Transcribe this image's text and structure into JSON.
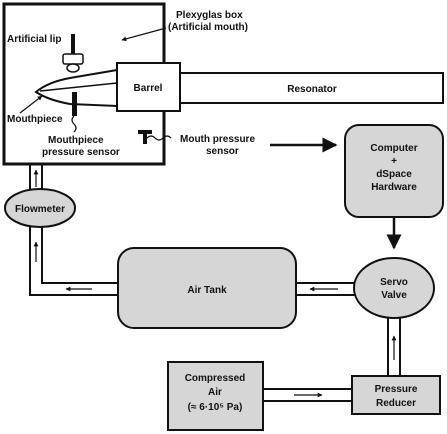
{
  "labels": {
    "plexiglas": [
      "Plexyglas box",
      "(Artificial mouth)"
    ],
    "artificial_lip": "Artificial lip",
    "mouthpiece": "Mouthpiece",
    "mouthpiece_sensor": [
      "Mouthpiece",
      "pressure sensor"
    ],
    "mouth_pressure_sensor": [
      "Mouth pressure",
      "sensor"
    ],
    "barrel": "Barrel",
    "resonator": "Resonator",
    "computer": [
      "Computer",
      "+",
      "dSpace",
      "Hardware"
    ],
    "flowmeter": "Flowmeter",
    "air_tank": "Air Tank",
    "servo_valve": [
      "Servo",
      "Valve"
    ],
    "compressed_air": [
      "Compressed",
      "Air",
      "(≈ 6·10⁵ Pa)"
    ],
    "pressure_reducer": [
      "Pressure",
      "Reducer"
    ]
  },
  "colors": {
    "box_fill": "#d6d6d6",
    "stroke": "#111111",
    "background": "#ffffff"
  }
}
